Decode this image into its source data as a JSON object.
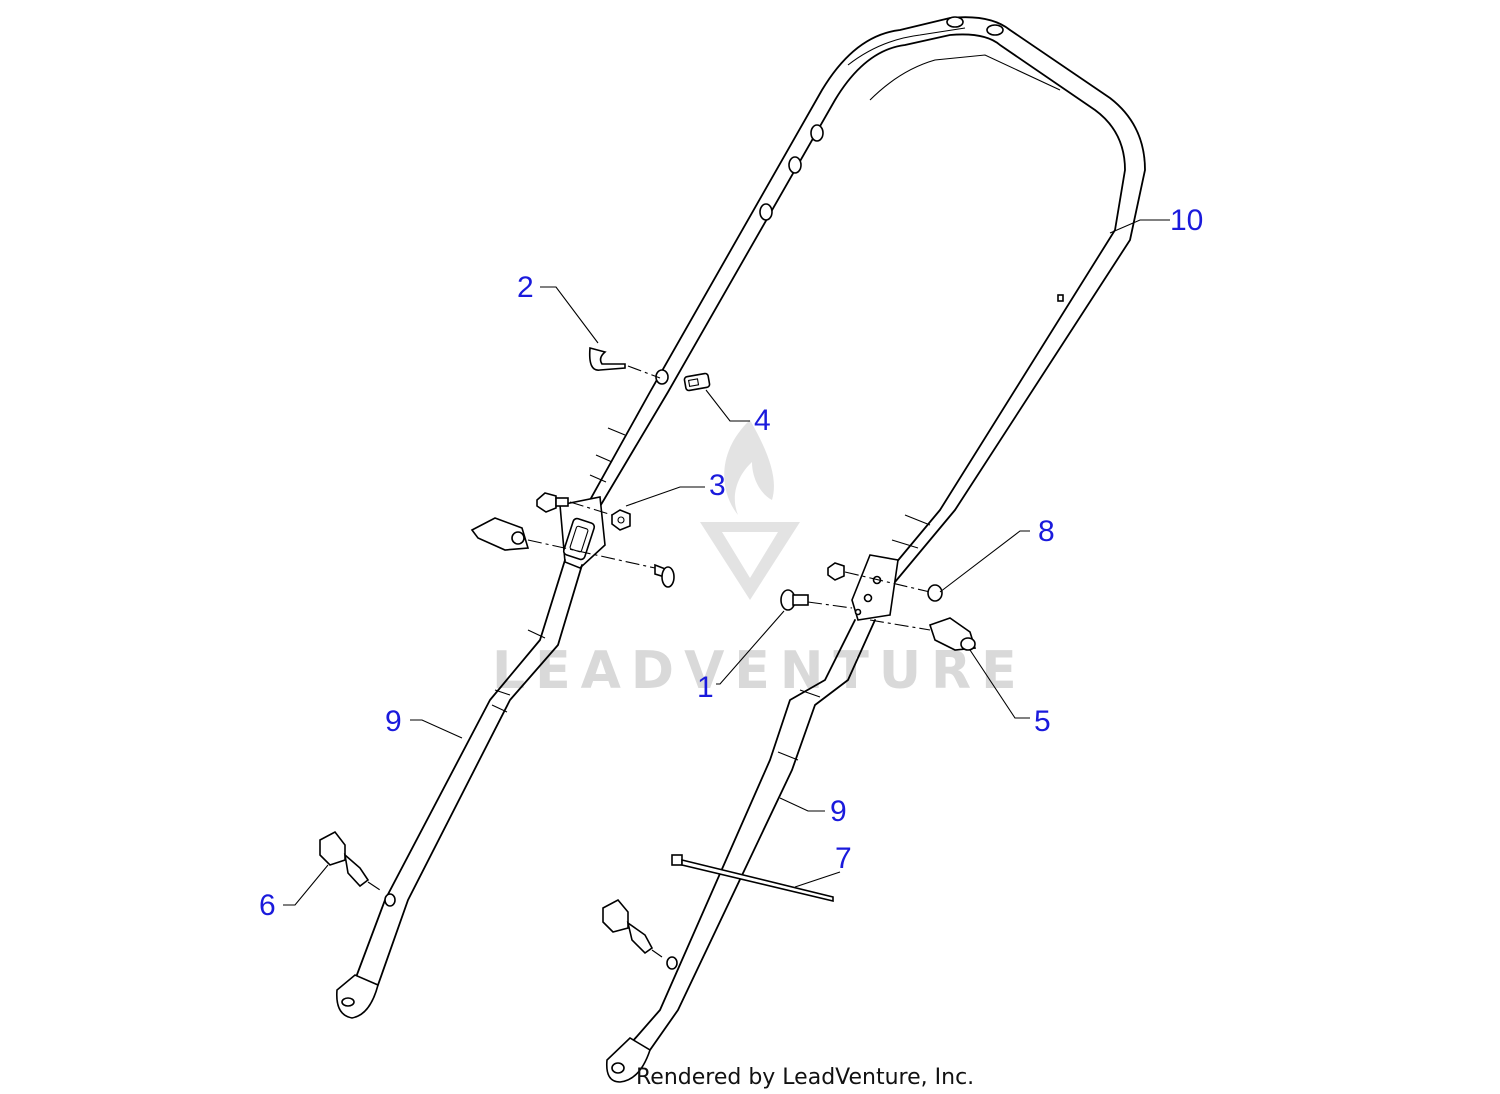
{
  "diagram": {
    "footer": "Rendered by LeadVenture, Inc.",
    "watermark": "LEADVENTURE",
    "callouts": [
      {
        "id": "c1",
        "label": "1"
      },
      {
        "id": "c2",
        "label": "2"
      },
      {
        "id": "c3",
        "label": "3"
      },
      {
        "id": "c4",
        "label": "4"
      },
      {
        "id": "c5",
        "label": "5"
      },
      {
        "id": "c6",
        "label": "6"
      },
      {
        "id": "c7",
        "label": "7"
      },
      {
        "id": "c8",
        "label": "8"
      },
      {
        "id": "c9a",
        "label": "9"
      },
      {
        "id": "c9b",
        "label": "9"
      },
      {
        "id": "c10",
        "label": "10"
      }
    ],
    "colors": {
      "callout": "#1a1adc",
      "lines": "#000000",
      "watermark": "#d9d9d9"
    }
  }
}
